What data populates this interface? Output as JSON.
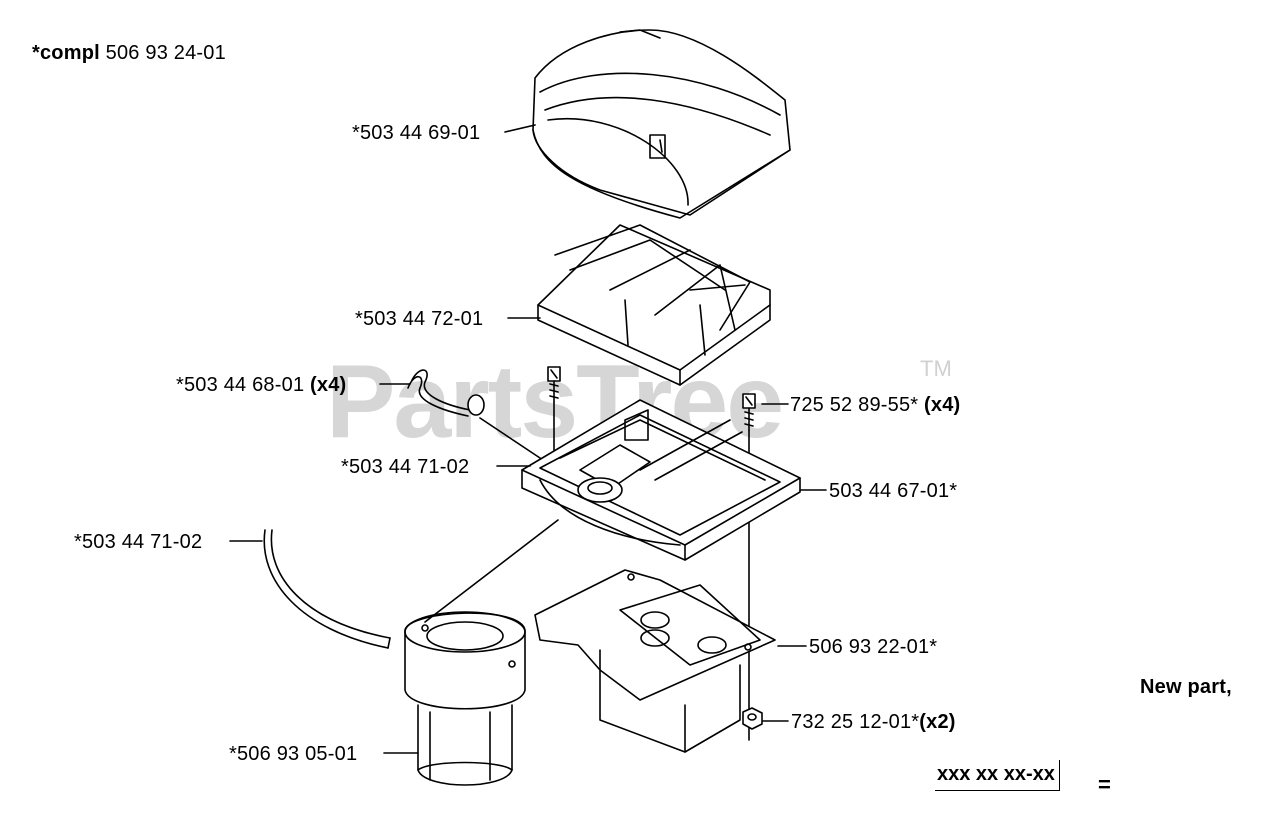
{
  "header": {
    "prefix": "*compl",
    "part": "506 93 24-01"
  },
  "watermark": {
    "text": "PartsTree",
    "tm": "TM"
  },
  "callouts": [
    {
      "part": "*503 44 69-01",
      "qty": ""
    },
    {
      "part": "*503 44 72-01",
      "qty": ""
    },
    {
      "part": "*503 44 68-01",
      "qty": "(x4)"
    },
    {
      "part": "725 52 89-55*",
      "qty": "(x4)"
    },
    {
      "part": "*503 44 71-02",
      "qty": ""
    },
    {
      "part": "503 44 67-01*",
      "qty": ""
    },
    {
      "part": "*503 44 71-02",
      "qty": ""
    },
    {
      "part": "506 93 22-01*",
      "qty": ""
    },
    {
      "part": "732 25 12-01*",
      "qty": "(x2)"
    },
    {
      "part": "*506 93 05-01",
      "qty": ""
    }
  ],
  "legend": {
    "title": "New part,",
    "code": "xxx xx xx-xx",
    "equals": "="
  }
}
